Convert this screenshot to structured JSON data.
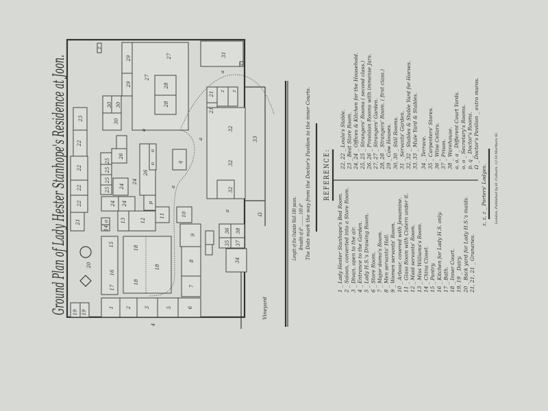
{
  "title": "Ground Plan of Lady Hester Stanhope's Residence at Joon.",
  "notes": {
    "length": "Length of the Outside Wall  180 paces.",
    "breadth": "Breadth of  d°  ..........  100  d°",
    "dots": "The Dots mark the way from the Doctor's Pavilion to the inner Courts."
  },
  "vineyard": "Vineyard",
  "reference_heading": "REFERENCE:",
  "reference_left": [
    "1 _ Lady Hester Stanhope's Bed Room.",
    "2 _ Saloon, converted into a Store Room.",
    "3 _ Divan, open to the air.",
    "4 _ Entrance to the Garden.",
    "5 _ Lady H.S.'s Drawing Room.",
    "6 _ Store Room.",
    "7 _ Major domo's Room.",
    "8 _ Men servants' Hall.",
    "9 _ Women servants' Room.",
    "10 _ Arbour, covered with Jessamine.",
    "11 _ Glass Room with Cistern under it.",
    "12 _ Maid servants' Room.",
    "13 _ Miss Williams's Room.",
    "14 _ China Closet.",
    "15 _ Pantry.",
    "16 _ Kitchen for Lady H.S. only.",
    "17 _ Bath.",
    "18 _ Inner Court.",
    "19, 19 _ Dairy.",
    "20 _ Back yard for Lady H.S.'s maids.",
    "21, 21, 21 _ Granaries."
  ],
  "reference_right": [
    "22, 22 _ Loulo's Stable.",
    "23 _ Best Store Room.",
    "24, 24 _ Offices & Kitchen for the Household.",
    "25, 25 _ Strangers' Rooms ( second class.)",
    "26, 26 _ Provision Rooms with immense Jars.",
    "27, 27 _ Strangers' Garden.",
    "28, 28 _ Strangers' Room. ( first class.)",
    "29 _ Cow Houses.",
    "30, 30 _ Still Rooms.",
    "31 _ Servants' Garden.",
    "32, 32 _ Stables & Stable Yard for Horses.",
    "33, 33 _ Mule Yard & Stables.",
    "34 _ Terrace.",
    "35 _ Carpenters' Stores.",
    "36 _ Wine Cellars.",
    "37 _ Prison.",
    "38 _ Warehouse.",
    "a, a, a _ Different Court Yards.",
    "o, o _ Secretary's Rooms.",
    "p, q _ Doctor's Rooms.",
    "Ω _ Doctor's Pavilion _ extra muros."
  ],
  "reference_footer": "z, z, z _ Porters' Lodges.",
  "publisher": "London, Published by H. Colburn, 13 Gt Marlboro St.",
  "plan_labels": [
    "19",
    "19",
    "21",
    "22",
    "22",
    "22",
    "22",
    "23",
    "z",
    "20",
    "15",
    "16",
    "17",
    "18",
    "18",
    "18",
    "1",
    "2",
    "3",
    "4",
    "5",
    "6",
    "7",
    "8",
    "9",
    "10",
    "11",
    "12",
    "13",
    "14",
    "o",
    "24",
    "24",
    "p",
    "25",
    "25",
    "25",
    "25",
    "24",
    "24",
    "26",
    "26",
    "o",
    "o",
    "q",
    "a",
    "a",
    "a",
    "a",
    "a",
    "30",
    "30",
    "30",
    "29",
    "29",
    "27",
    "27",
    "28",
    "28",
    "31",
    "21",
    "21",
    "z",
    "z",
    "32",
    "32",
    "32",
    "33",
    "Ω",
    "36",
    "38",
    "35",
    "37",
    "34",
    "z"
  ]
}
